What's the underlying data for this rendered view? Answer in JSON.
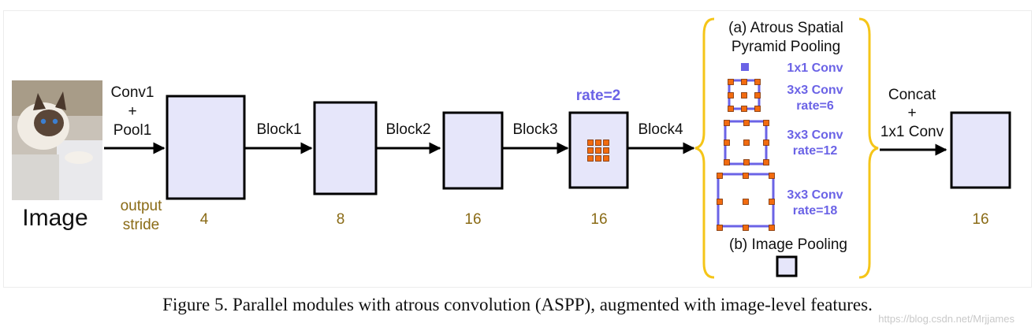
{
  "input_label": "Image",
  "conv1_line1": "Conv1",
  "conv1_plus": "+",
  "conv1_line2": "Pool1",
  "output_stride_line1": "output",
  "output_stride_line2": "stride",
  "stage_labels": [
    "Block1",
    "Block2",
    "Block3",
    "Block4"
  ],
  "strides": [
    "4",
    "8",
    "16",
    "16",
    "16"
  ],
  "rate_label": "rate=2",
  "aspp": {
    "title_line1": "(a) Atrous Spatial",
    "title_line2": "Pyramid Pooling",
    "branch1": "1x1 Conv",
    "branch2_line1": "3x3 Conv",
    "branch2_line2": "rate=6",
    "branch3_line1": "3x3 Conv",
    "branch3_line2": "rate=12",
    "branch4_line1": "3x3 Conv",
    "branch4_line2": "rate=18",
    "image_pooling": "(b) Image Pooling"
  },
  "concat_line1": "Concat",
  "concat_plus": "+",
  "concat_line2": "1x1 Conv",
  "caption": "Figure 5. Parallel modules with atrous convolution (ASPP), augmented with image-level features.",
  "watermark": "https://blog.csdn.net/Mrjjames",
  "colors": {
    "feature_fill": "#e6e6fa",
    "accent_blue": "#6b63e6",
    "dot_orange": "#f26b0f",
    "brace_yellow": "#f5c518",
    "stride_brown": "#8a6b16"
  }
}
